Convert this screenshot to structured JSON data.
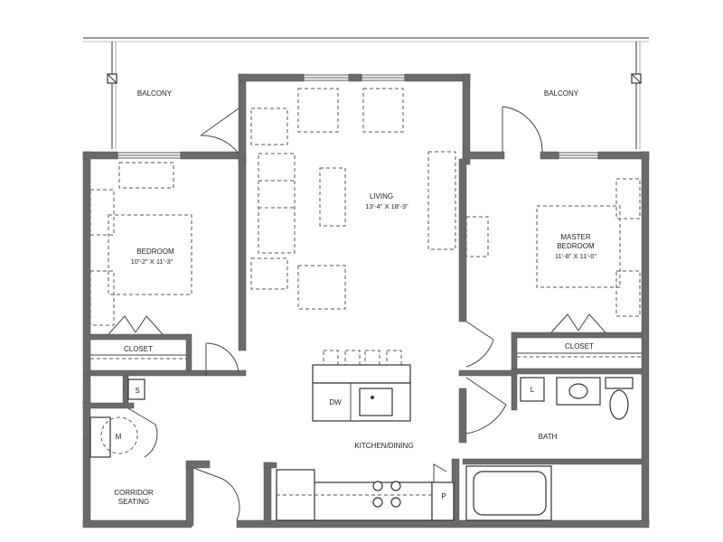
{
  "rooms": {
    "balcony_left": "BALCONY",
    "balcony_right": "BALCONY",
    "living_name": "LIVING",
    "living_dims": "13'-4\" X 18'-3\"",
    "bedroom_name": "BEDROOM",
    "bedroom_dims": "10'-2\" X 11'-3\"",
    "master_name_1": "MASTER",
    "master_name_2": "BEDROOM",
    "master_dims": "11'-8\" X 11'-0\"",
    "closet_left": "CLOSET",
    "closet_right": "CLOSET",
    "kitchen": "KITCHEN/DINING",
    "bath": "BATH",
    "corridor_1": "CORRIDOR",
    "corridor_2": "SEATING"
  },
  "fixtures": {
    "storage": "S",
    "mech": "M",
    "dishwasher": "DW",
    "laundry": "L",
    "pantry": "P"
  }
}
